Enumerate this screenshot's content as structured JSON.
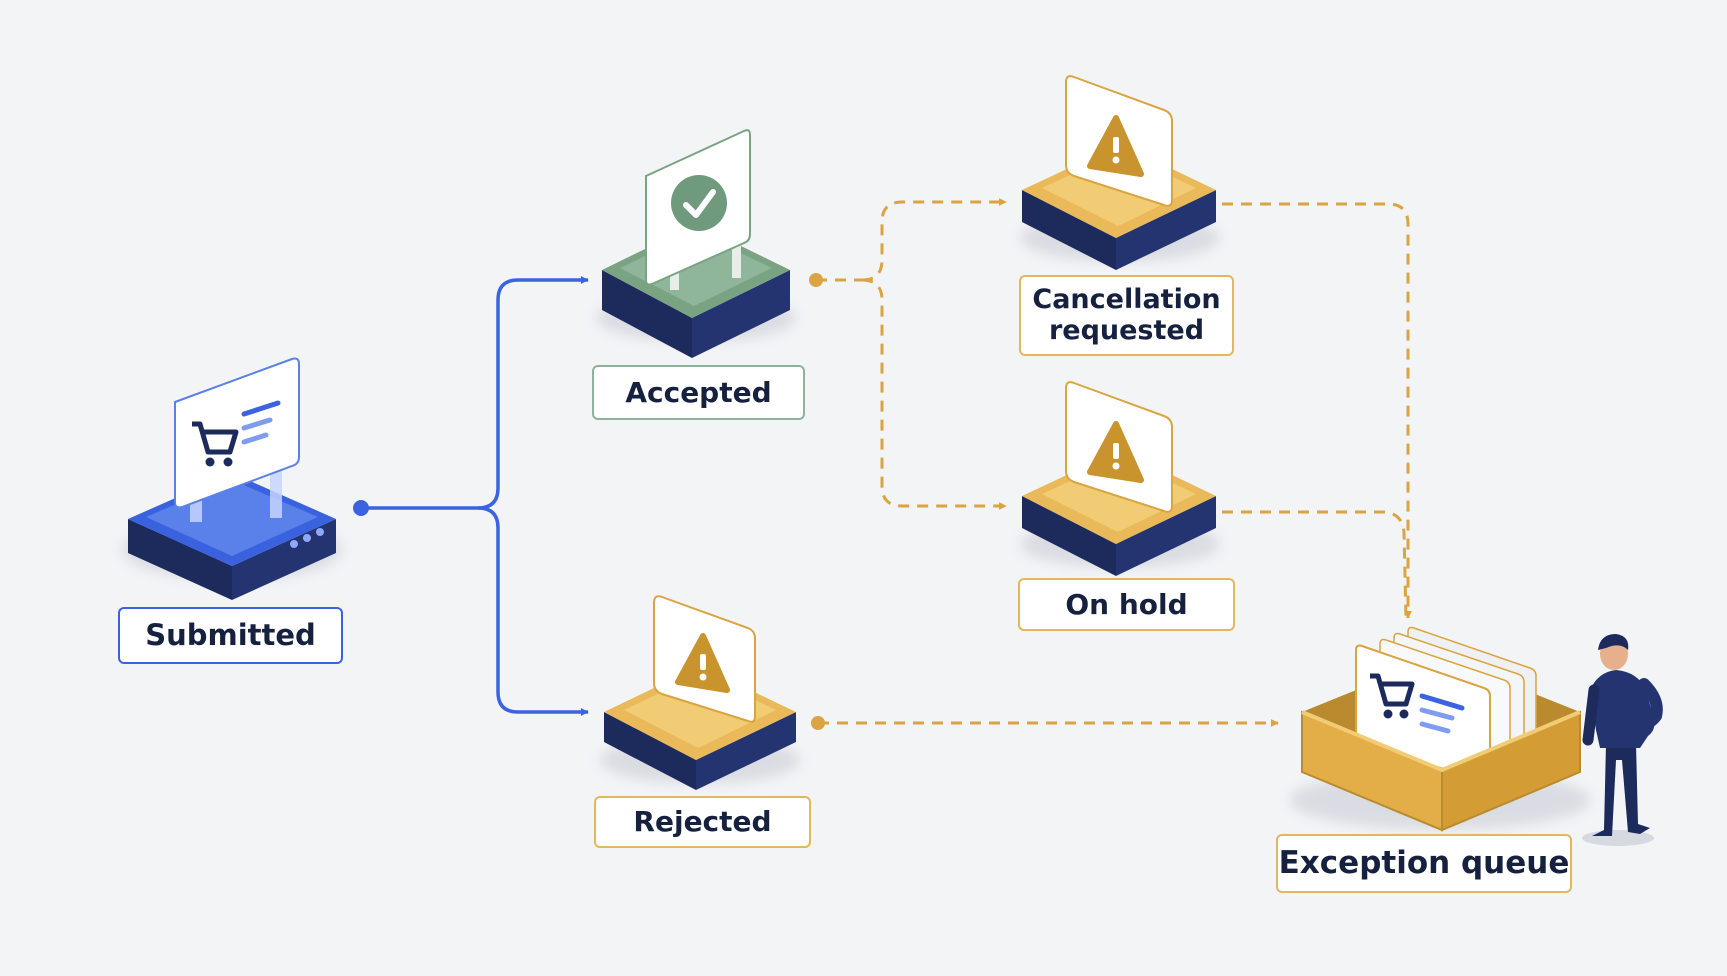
{
  "nodes": {
    "submitted": {
      "label": "Submitted"
    },
    "accepted": {
      "label": "Accepted"
    },
    "rejected": {
      "label": "Rejected"
    },
    "cancellation_requested": {
      "label": "Cancellation\nrequested"
    },
    "on_hold": {
      "label": "On hold"
    },
    "exception_queue": {
      "label": "Exception queue"
    }
  },
  "icons": {
    "submitted": "shopping-cart-icon",
    "accepted": "checkmark-icon",
    "rejected": "warning-icon",
    "cancellation_requested": "warning-icon",
    "on_hold": "warning-icon",
    "exception_queue": "order-cards-icon",
    "operator": "person-icon"
  },
  "colors": {
    "blue": "#3b63e0",
    "green": "#6f9a7d",
    "gold": "#e9b95a",
    "navy": "#1c2a5c",
    "dashed": "#d9a441"
  }
}
